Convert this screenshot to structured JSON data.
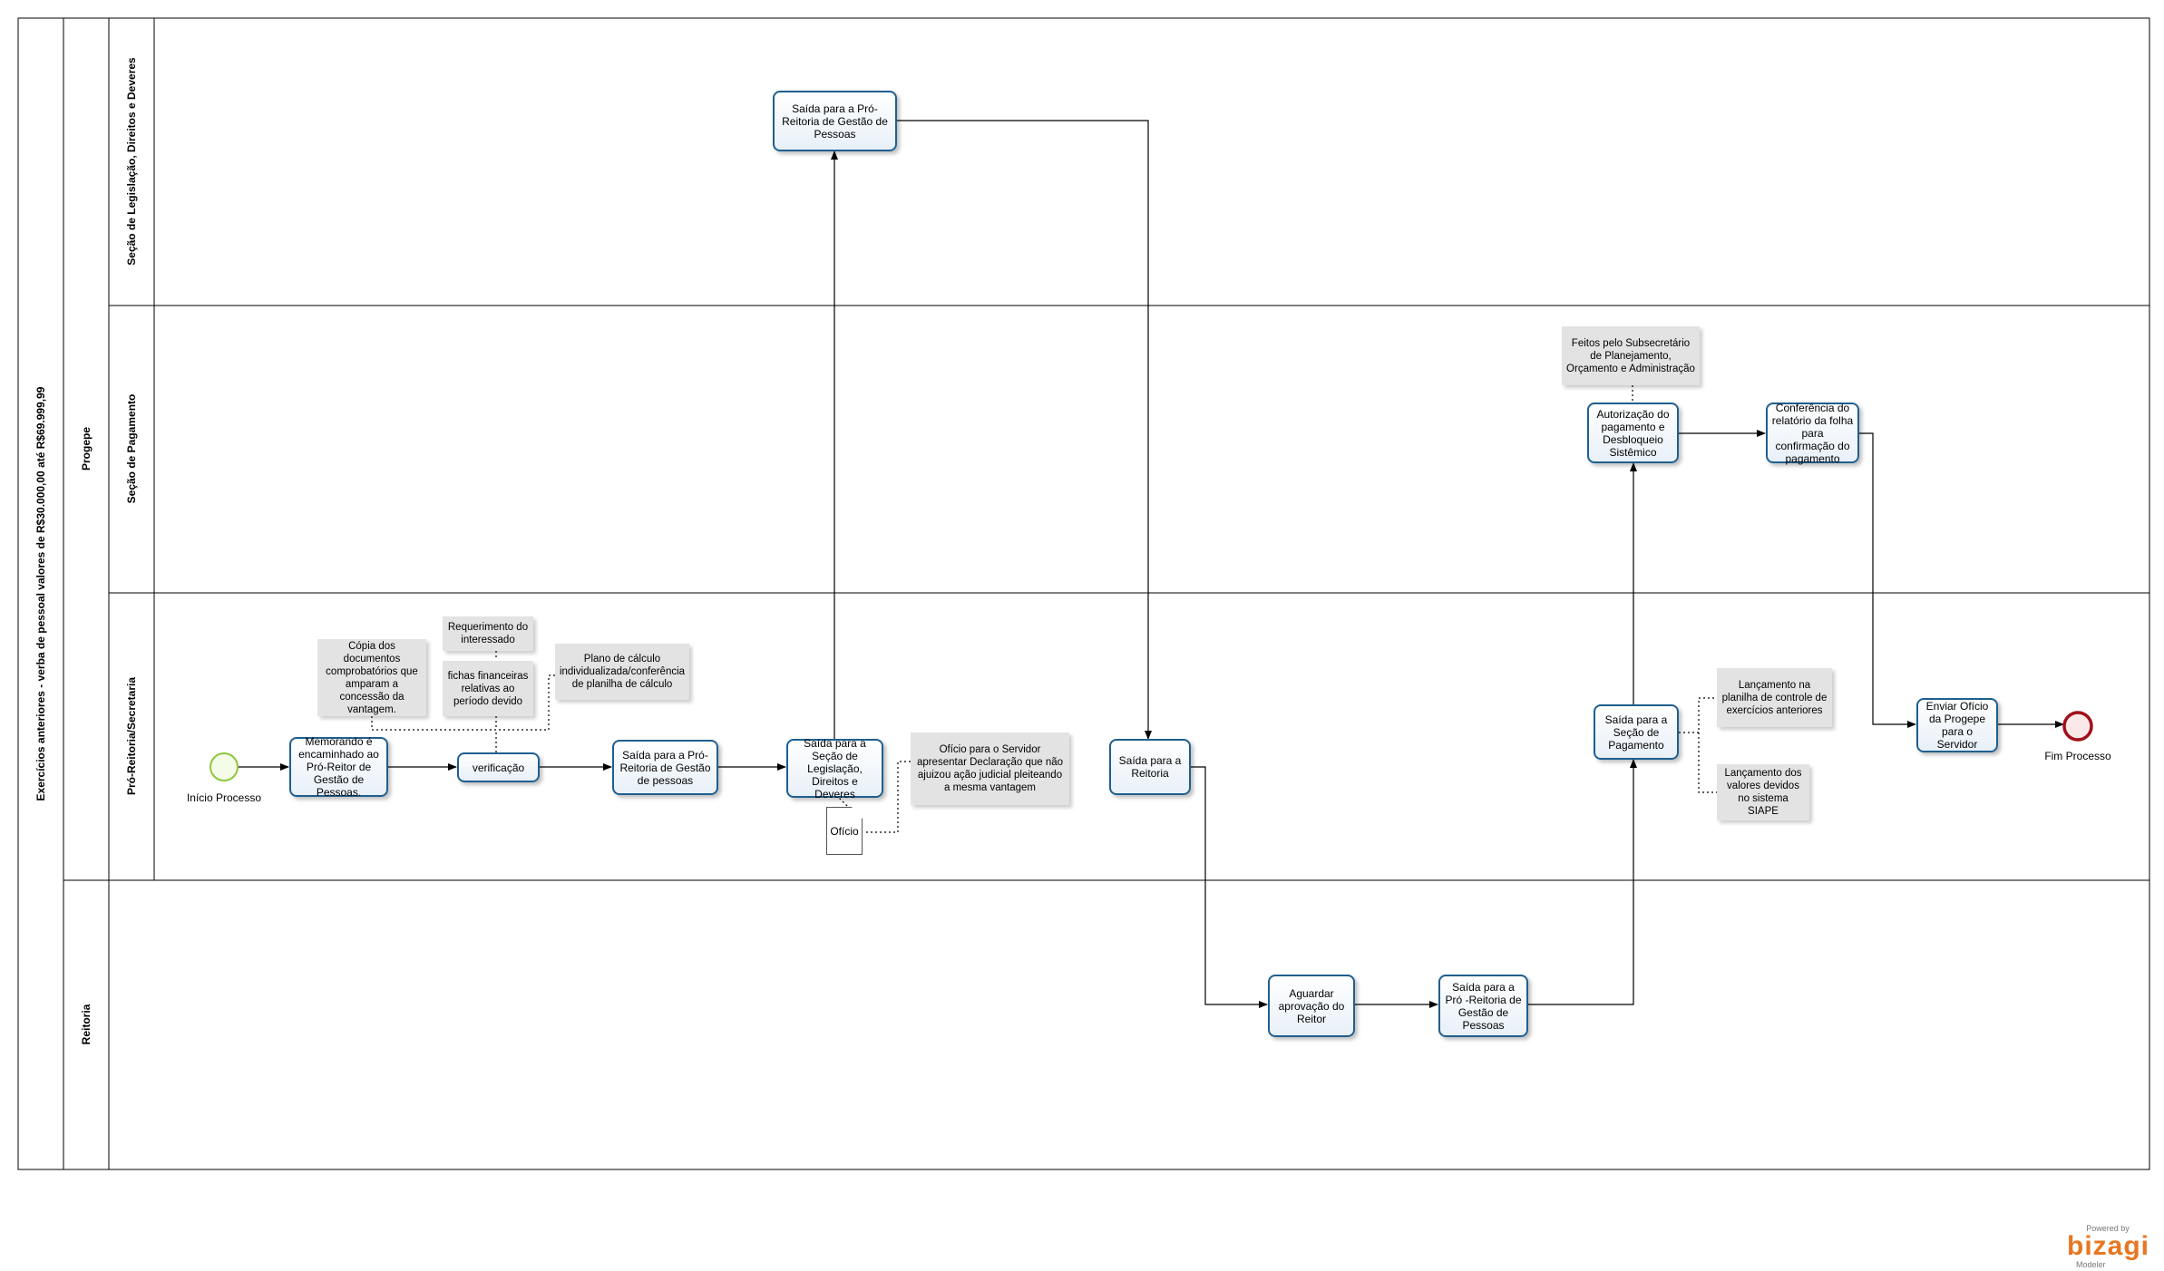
{
  "pool": {
    "title": "Exercícios anteriores  - verba de pessoal  valores de R$30.000,00 até R$69.999,99"
  },
  "lanes": {
    "progepe": "Progepe",
    "legislacao": "Seção de Legislação, Direitos e Deveres",
    "pagamento": "Seção de Pagamento",
    "proreitoria": "Pró-Reitoria/Secretaria",
    "reitoria": "Reitoria"
  },
  "events": {
    "start": "Início Processo",
    "end": "Fim Processo"
  },
  "tasks": {
    "memorando": "Memorando é encaminhado ao Pró-Reitor de Gestão de Pessoas.",
    "verificacao": "verificação",
    "saida_pro_reitoria_1": "Saída para a Pró-Reitoria de Gestão de pessoas",
    "saida_legislacao": "Saída para a Seção de Legislação, Direitos e Deveres",
    "saida_pro_reitoria_leg": "Saída para a Pró-Reitoria de Gestão de Pessoas",
    "saida_reitoria": "Saída para a Reitoria",
    "aguardar": "Aguardar aprovação do Reitor",
    "saida_pro_reitoria_reit": "Saída para  a Pró -Reitoria de Gestão de Pessoas",
    "saida_pagamento": "Saída para a Seção de Pagamento",
    "autorizacao": "Autorização do pagamento e Desbloqueio Sistêmico",
    "conferencia": "Conferência do relatório da folha para confirmação do pagamento",
    "enviar_oficio": "Enviar Ofício da Progepe  para o Servidor"
  },
  "annotations": {
    "copia": "Cópia dos documentos comprobatórios que amparam a concessão da vantagem.",
    "requerimento": "Requerimento do interessado",
    "fichas": "fichas financeiras relativas ao período devido",
    "plano": "Plano de cálculo individualizada/conferência de planilha de cálculo",
    "oficio_servidor": "Ofício para o Servidor apresentar Declaração que não ajuizou ação judicial pleiteando a mesma vantagem",
    "feitos": "Feitos pelo Subsecretário de Planejamento, Orçamento e Administração",
    "lancamento_planilha": "Lançamento na planilha de controle de exercícios anteriores",
    "lancamento_siape": "Lançamento dos valores devidos no sistema SIAPE"
  },
  "artifacts": {
    "oficio_doc": "Ofício"
  },
  "branding": {
    "powered_by": "Powered by",
    "name": "bizagi",
    "product": "Modeler",
    "color": "#e87722"
  },
  "colors": {
    "task_border": "#1f5f8f",
    "start_event": "#8dc63f",
    "end_event": "#a0101a",
    "annotation_fill": "#e3e3e3"
  }
}
